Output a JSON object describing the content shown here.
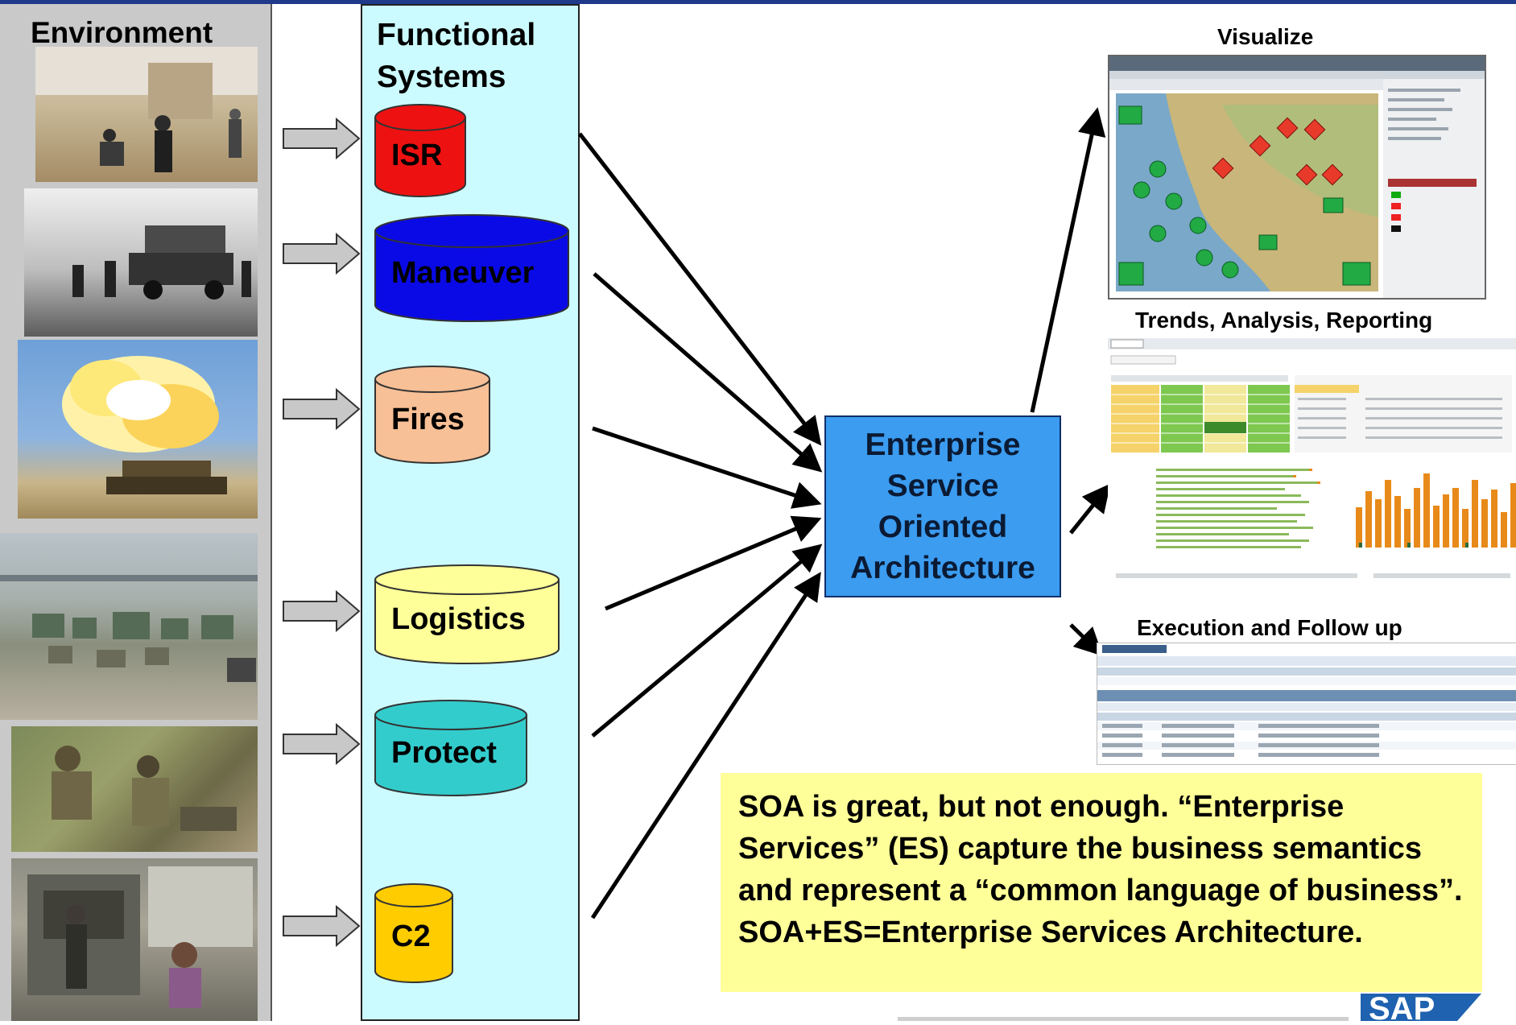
{
  "environment": {
    "title": "Environment"
  },
  "functional_systems": {
    "title_line1": "Functional",
    "title_line2": "Systems",
    "items": [
      {
        "label": "ISR",
        "color": "#ee1111"
      },
      {
        "label": "Maneuver",
        "color": "#0a0ae6"
      },
      {
        "label": "Fires",
        "color": "#f8c096"
      },
      {
        "label": "Logistics",
        "color": "#ffff99"
      },
      {
        "label": "Protect",
        "color": "#33cccc"
      },
      {
        "label": "C2",
        "color": "#ffcc00"
      }
    ]
  },
  "center": {
    "label": "Enterprise\nService\nOriented\nArchitecture",
    "color": "#3b9cf0"
  },
  "outputs": {
    "visualize": "Visualize",
    "trends": "Trends, Analysis, Reporting",
    "execution": "Execution and Follow up"
  },
  "note": {
    "text": "SOA is great, but not enough. “Enterprise Services” (ES) capture the business semantics and represent a “common language of business”. SOA+ES=Enterprise Services Architecture."
  },
  "logo": {
    "text": "SAP"
  }
}
